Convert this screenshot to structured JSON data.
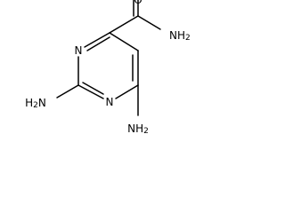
{
  "molecule": {
    "atoms": {
      "n_ring_left": "N",
      "n_ring_right": "N",
      "amine_2": "H2N",
      "amine_6": "NH2",
      "carbonyl_o": "O",
      "amide_n": "NH2"
    }
  }
}
